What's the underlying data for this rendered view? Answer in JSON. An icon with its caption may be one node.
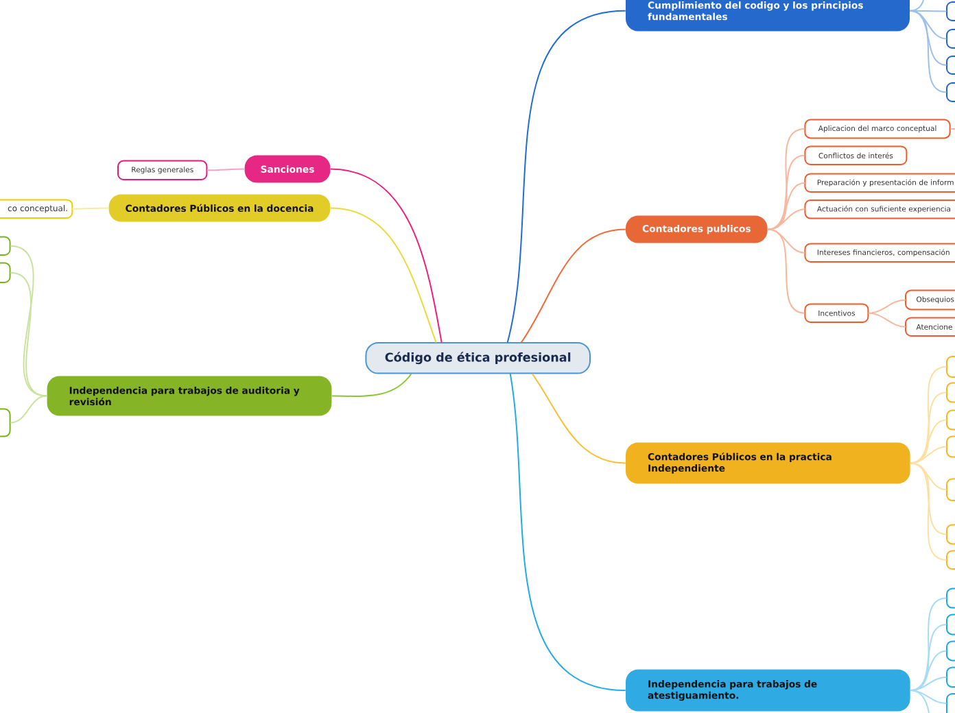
{
  "diagram": {
    "nodes": [
      {
        "text": [
          "Código de ética profesional"
        ]
      },
      {
        "text": [
          "Cumplimiento del codigo y los principios fundamentales"
        ]
      },
      {
        "text": [],
        "shape": "box"
      },
      {
        "text": [],
        "shape": "box"
      },
      {
        "text": [],
        "shape": "box"
      },
      {
        "text": [],
        "shape": "box"
      },
      {
        "text": [
          "Contadores publicos"
        ]
      },
      {
        "text": [
          "Aplicacion del marco conceptual"
        ]
      },
      {
        "text": [
          "Conflictos de interés"
        ]
      },
      {
        "text": [
          "Preparación y presentación de inform"
        ]
      },
      {
        "text": [
          "Actuación con suficiente experiencia"
        ]
      },
      {
        "text": [
          "Intereses financieros, compensación"
        ]
      },
      {
        "text": [
          "Incentivos"
        ]
      },
      {
        "text": [
          "Obsequios"
        ]
      },
      {
        "text": [
          "Atencione"
        ]
      },
      {
        "text": [
          "Contadores Públicos en la practica Independiente"
        ]
      },
      {
        "text": [],
        "shape": "box"
      },
      {
        "text": [],
        "shape": "box"
      },
      {
        "text": [],
        "shape": "box"
      },
      {
        "text": [],
        "shape": "box"
      },
      {
        "text": [],
        "shape": "box"
      },
      {
        "text": [],
        "shape": "box"
      },
      {
        "text": [],
        "shape": "box"
      },
      {
        "text": [
          "Independencia para trabajos de atestiguamiento."
        ]
      },
      {
        "text": [],
        "shape": "box"
      },
      {
        "text": [],
        "shape": "box"
      },
      {
        "text": [],
        "shape": "box"
      },
      {
        "text": [],
        "shape": "box"
      },
      {
        "text": [],
        "shape": "box"
      },
      {
        "text": [
          "Independencia para trabajos de auditoria y revisión"
        ]
      },
      {
        "text": [],
        "shape": "box"
      },
      {
        "text": [],
        "shape": "box"
      },
      {
        "text": [],
        "shape": "box"
      },
      {
        "text": [
          "Contadores Públicos en la docencia"
        ]
      },
      {
        "text": [
          "co conceptual."
        ]
      },
      {
        "text": [
          "Sanciones"
        ]
      },
      {
        "text": [
          "Reglas generales"
        ]
      }
    ],
    "edges": [
      {
        "from": 0,
        "to": 1,
        "arrow": "none",
        "color": "#1f6cd6"
      },
      {
        "from": 0,
        "to": 6,
        "arrow": "none",
        "color": "#f26a3a"
      },
      {
        "from": 0,
        "to": 15,
        "arrow": "none",
        "color": "#f8bf2e"
      },
      {
        "from": 0,
        "to": 23,
        "arrow": "none",
        "color": "#22abe8"
      },
      {
        "from": 0,
        "to": 29,
        "arrow": "none",
        "color": "#8cc43a"
      },
      {
        "from": 0,
        "to": 33,
        "arrow": "none",
        "color": "#ebd93a"
      },
      {
        "from": 0,
        "to": 35,
        "arrow": "none",
        "color": "#ee1f7c"
      },
      {
        "from": 1,
        "to": 2,
        "arrow": "none",
        "color": "#9cc0ee"
      },
      {
        "from": 1,
        "to": 3,
        "arrow": "none",
        "color": "#9cc0ee"
      },
      {
        "from": 1,
        "to": 4,
        "arrow": "none",
        "color": "#9cc0ee"
      },
      {
        "from": 1,
        "to": 5,
        "arrow": "none",
        "color": "#9cc0ee"
      },
      {
        "from": 1,
        "to": null,
        "arrow": "none",
        "color": "#9cc0ee"
      },
      {
        "from": 6,
        "to": 7,
        "arrow": "none",
        "color": "#f9b69c"
      },
      {
        "from": 6,
        "to": 8,
        "arrow": "none",
        "color": "#f9b69c"
      },
      {
        "from": 6,
        "to": 9,
        "arrow": "none",
        "color": "#f9b69c"
      },
      {
        "from": 6,
        "to": 10,
        "arrow": "none",
        "color": "#f9b69c"
      },
      {
        "from": 6,
        "to": 11,
        "arrow": "none",
        "color": "#f9b69c"
      },
      {
        "from": 6,
        "to": 12,
        "arrow": "none",
        "color": "#f9b69c"
      },
      {
        "from": 7,
        "to": null,
        "arrow": "none",
        "color": "#f9b69c"
      },
      {
        "from": 12,
        "to": 13,
        "arrow": "none",
        "color": "#f9b69c"
      },
      {
        "from": 12,
        "to": 14,
        "arrow": "none",
        "color": "#f9b69c"
      },
      {
        "from": 15,
        "to": 16,
        "arrow": "none",
        "color": "#fde0a0"
      },
      {
        "from": 15,
        "to": 17,
        "arrow": "none",
        "color": "#fde0a0"
      },
      {
        "from": 15,
        "to": 18,
        "arrow": "none",
        "color": "#fde0a0"
      },
      {
        "from": 15,
        "to": 19,
        "arrow": "none",
        "color": "#fde0a0"
      },
      {
        "from": 15,
        "to": 20,
        "arrow": "none",
        "color": "#fde0a0"
      },
      {
        "from": 15,
        "to": 21,
        "arrow": "none",
        "color": "#fde0a0"
      },
      {
        "from": 15,
        "to": 22,
        "arrow": "none",
        "color": "#fde0a0"
      },
      {
        "from": 23,
        "to": 24,
        "arrow": "none",
        "color": "#a6dbf5"
      },
      {
        "from": 23,
        "to": 25,
        "arrow": "none",
        "color": "#a6dbf5"
      },
      {
        "from": 23,
        "to": 26,
        "arrow": "none",
        "color": "#a6dbf5"
      },
      {
        "from": 23,
        "to": 27,
        "arrow": "none",
        "color": "#a6dbf5"
      },
      {
        "from": 23,
        "to": 28,
        "arrow": "none",
        "color": "#a6dbf5"
      },
      {
        "from": 23,
        "to": null,
        "arrow": "none",
        "color": "#a6dbf5"
      },
      {
        "from": 29,
        "to": 30,
        "arrow": "none",
        "color": "#c8e39e"
      },
      {
        "from": 29,
        "to": 31,
        "arrow": "none",
        "color": "#c8e39e"
      },
      {
        "from": 29,
        "to": 32,
        "arrow": "none",
        "color": "#c8e39e"
      },
      {
        "from": 33,
        "to": 34,
        "arrow": "none",
        "color": "#f4eca0"
      },
      {
        "from": 35,
        "to": 36,
        "arrow": "none",
        "color": "#f6a2c8"
      }
    ]
  }
}
